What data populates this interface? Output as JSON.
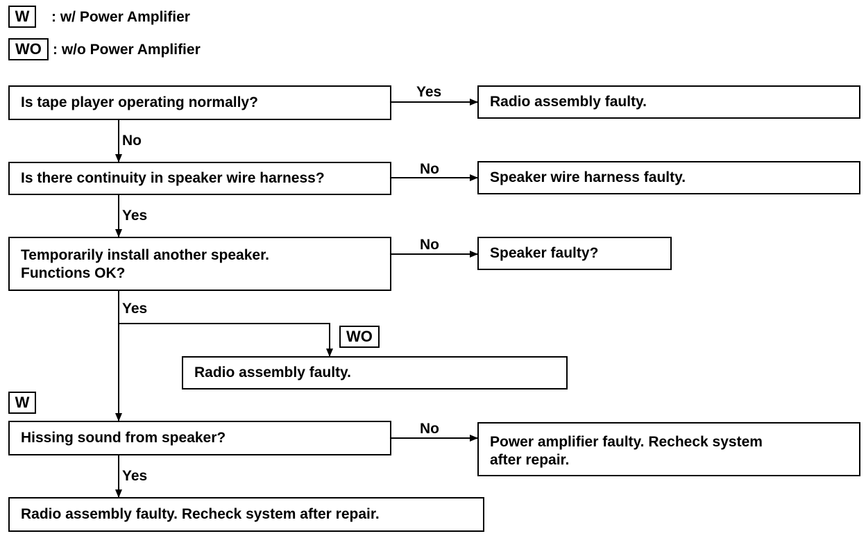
{
  "legend": {
    "w_tag": "W",
    "w_text": ": w/ Power Amplifier",
    "wo_tag": "WO",
    "wo_text": ": w/o Power Amplifier"
  },
  "nodes": {
    "q_tape": "Is tape player operating normally?",
    "r_radio1": "Radio assembly faulty.",
    "q_continuity": "Is there continuity in speaker wire harness?",
    "r_harness": "Speaker wire harness faulty.",
    "q_speaker_l1": "Temporarily install another speaker.",
    "q_speaker_l2": "Functions OK?",
    "r_speaker": "Speaker faulty?",
    "r_radio2": "Radio assembly faulty.",
    "q_hissing": "Hissing sound from speaker?",
    "r_amp_l1": "Power amplifier faulty. Recheck system",
    "r_amp_l2": "after repair.",
    "r_radio3": "Radio assembly faulty. Recheck system after repair."
  },
  "edges": {
    "tape_yes": "Yes",
    "tape_no": "No",
    "continuity_no": "No",
    "continuity_yes": "Yes",
    "speaker_no": "No",
    "speaker_yes": "Yes",
    "branch_wo": "WO",
    "branch_w": "W",
    "hissing_no": "No",
    "hissing_yes": "Yes"
  }
}
